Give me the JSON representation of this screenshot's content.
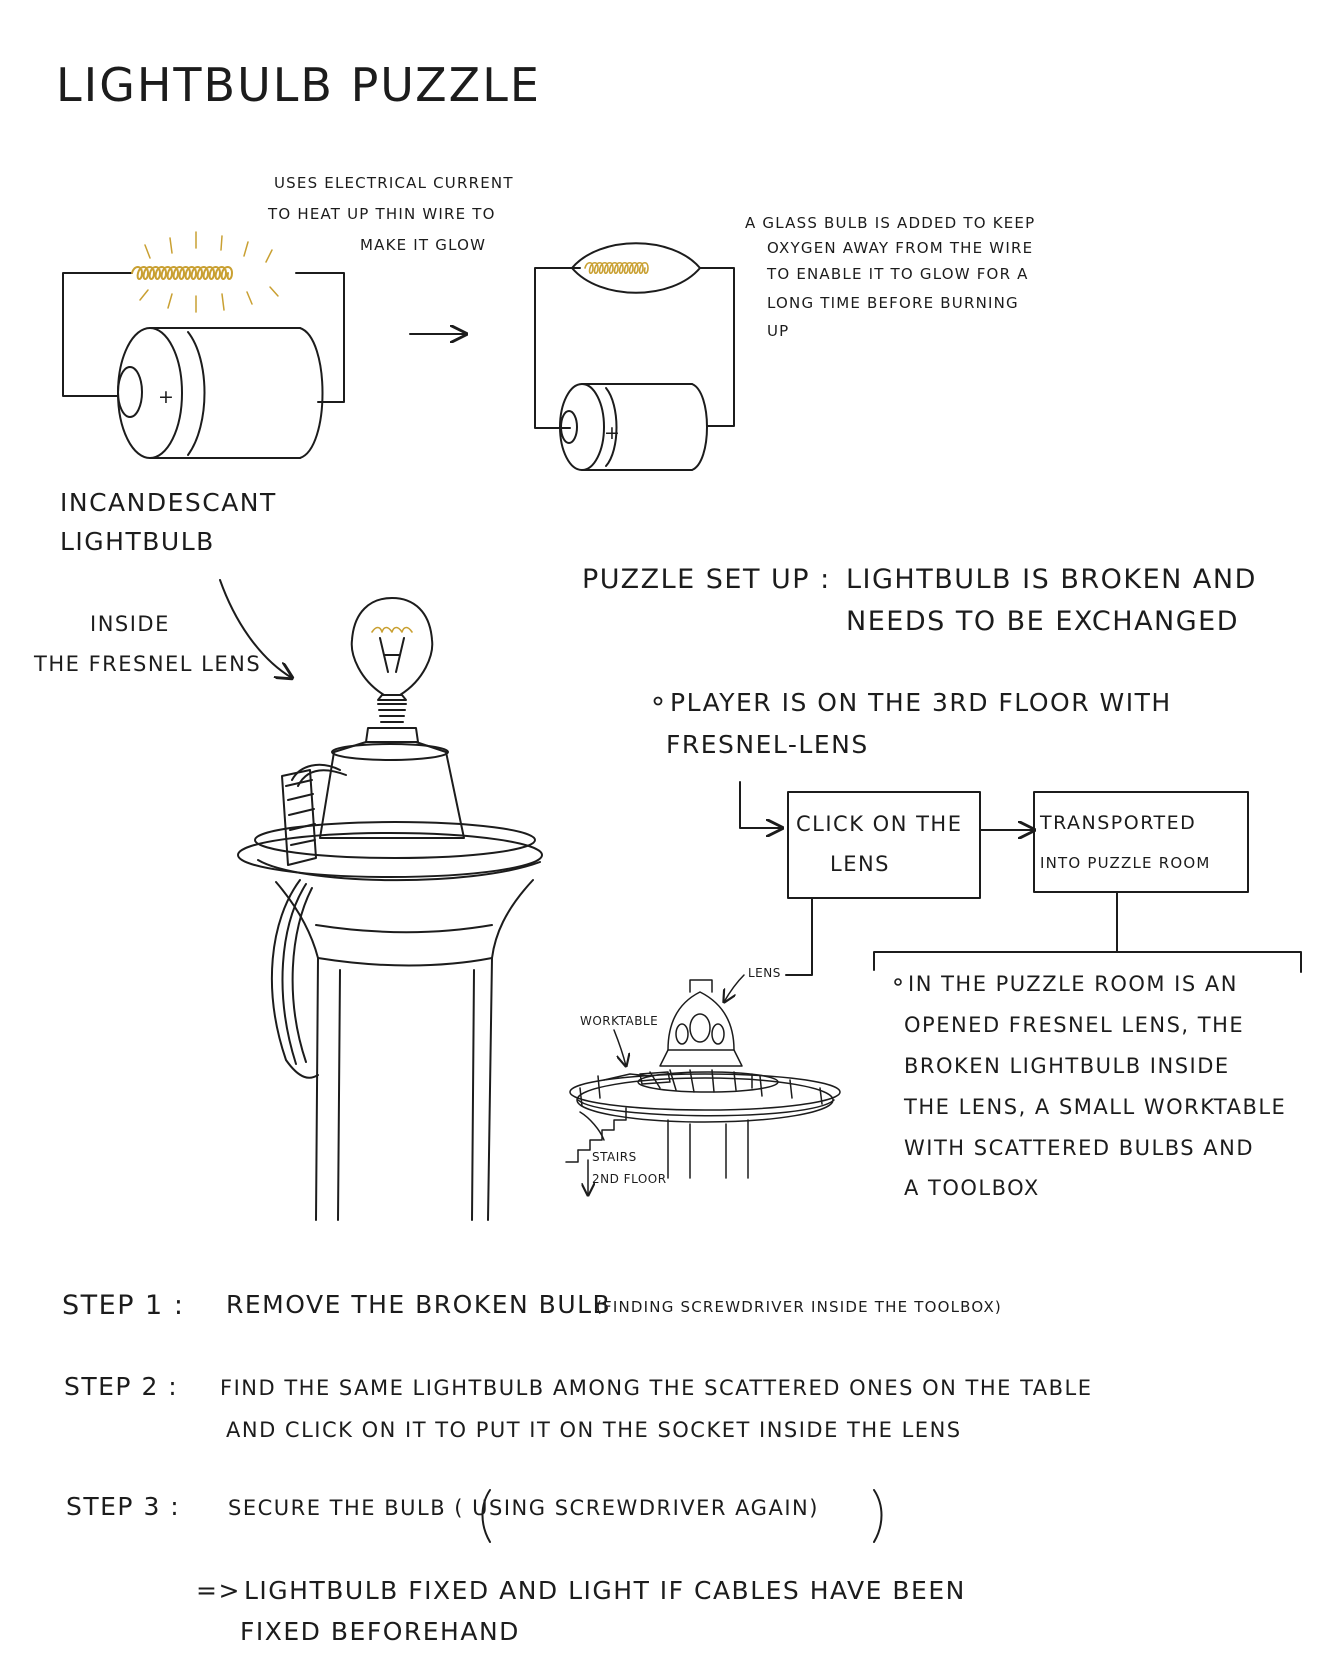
{
  "title": "LIGHTBULB PUZZLE",
  "annotations": {
    "current_line1": "USES ELECTRICAL CURRENT",
    "current_line2": "TO HEAT UP THIN WIRE TO",
    "current_line3": "MAKE IT GLOW",
    "glass_line1": "A GLASS BULB IS ADDED TO KEEP",
    "glass_line2": "OXYGEN AWAY FROM THE WIRE",
    "glass_line3": "TO ENABLE IT TO GLOW FOR A",
    "glass_line4": "LONG TIME BEFORE BURNING",
    "glass_line5": "UP",
    "battery_plus": "+",
    "incandescent_line1": "INCANDESCANT",
    "incandescent_line2": "LIGHTBULB",
    "inside_line1": "INSIDE",
    "inside_line2": "THE FRESNEL LENS"
  },
  "setup": {
    "heading": "PUZZLE SET UP :",
    "line1": "LIGHTBULB IS BROKEN AND",
    "line2": "NEEDS TO BE EXCHANGED",
    "player_line1": "PLAYER IS ON THE 3rd FLOOR WITH",
    "player_line2": "FRESNEL-LENS"
  },
  "flow": {
    "box1_line1": "CLICK ON THE",
    "box1_line2": "LENS",
    "box2_line1": "TRANSPORTED",
    "box2_line2": "INTO PUZZLE ROOM",
    "room_line1": "IN THE PUZZLE ROOM IS AN",
    "room_line2": "OPENED FRESNEL LENS, THE",
    "room_line3": "BROKEN LIGHTBULB INSIDE",
    "room_line4": "THE LENS, A SMALL WORKTABLE",
    "room_line5": "WITH SCATTERED BULBS AND",
    "room_line6": "A TOOLBOX"
  },
  "sketch_labels": {
    "lens": "LENS",
    "worktable": "WORKTABLE",
    "stairs": "STAIRS",
    "floor": "2nd FLOOR"
  },
  "steps": {
    "step1_label": "STEP 1 :",
    "step1_text": "REMOVE THE BROKEN BULB",
    "step1_note": "(FINDING SCREWDRIVER INSIDE THE TOOLBOX)",
    "step2_label": "STEP 2 :",
    "step2_line1": "FIND THE SAME LIGHTBULB AMONG THE SCATTERED ONES ON THE TABLE",
    "step2_line2": "AND CLICK ON IT TO PUT IT ON THE SOCKET INSIDE THE LENS",
    "step3_label": "STEP 3 :",
    "step3_text": "SECURE THE BULB ( USING SCREWDRIVER AGAIN)",
    "result_arrow": "=>",
    "result_line1": "LIGHTBULB FIXED AND LIGHT IF CABLES HAVE BEEN",
    "result_line2": "FIXED BEFOREHAND"
  },
  "colors": {
    "ink": "#1c1c1c",
    "filament": "#c9a032",
    "paper": "#ffffff"
  }
}
